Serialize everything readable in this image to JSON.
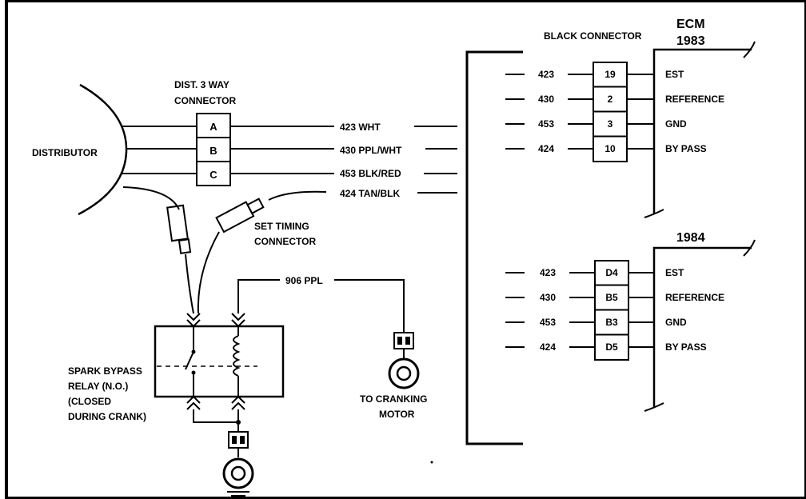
{
  "ecm": {
    "title": "ECM",
    "year_1983": "1983",
    "year_1984": "1984",
    "black_connector": "BLACK CONNECTOR"
  },
  "distributor": {
    "label": "DISTRIBUTOR"
  },
  "dist_connector": {
    "label_line1": "DIST. 3 WAY",
    "label_line2": "CONNECTOR",
    "pins": [
      "A",
      "B",
      "C"
    ]
  },
  "harness_wires": [
    {
      "label": "423 WHT"
    },
    {
      "label": "430 PPL/WHT"
    },
    {
      "label": "453 BLK/RED"
    },
    {
      "label": "424 TAN/BLK"
    }
  ],
  "ecm_1983_rows": [
    {
      "circuit": "423",
      "pin": "19",
      "function": "EST"
    },
    {
      "circuit": "430",
      "pin": "2",
      "function": "REFERENCE"
    },
    {
      "circuit": "453",
      "pin": "3",
      "function": "GND"
    },
    {
      "circuit": "424",
      "pin": "10",
      "function": "BY PASS"
    }
  ],
  "ecm_1984_rows": [
    {
      "circuit": "423",
      "pin": "D4",
      "function": "EST"
    },
    {
      "circuit": "430",
      "pin": "B5",
      "function": "REFERENCE"
    },
    {
      "circuit": "453",
      "pin": "B3",
      "function": "GND"
    },
    {
      "circuit": "424",
      "pin": "D5",
      "function": "BY PASS"
    }
  ],
  "set_timing": {
    "line1": "SET TIMING",
    "line2": "CONNECTOR"
  },
  "relay": {
    "line1": "SPARK BYPASS",
    "line2": "RELAY (N.O.)",
    "line3": "(CLOSED",
    "line4": "DURING CRANK)"
  },
  "wire_906": {
    "label": "906 PPL"
  },
  "cranking_motor": {
    "line1": "TO CRANKING",
    "line2": "MOTOR"
  }
}
